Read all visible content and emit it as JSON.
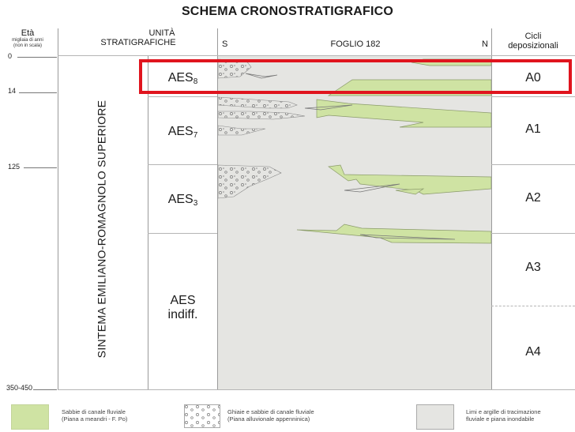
{
  "title": "SCHEMA CRONOSTRATIGRAFICO",
  "header": {
    "eta": "Età",
    "eta_sub1": "migliaia di anni",
    "eta_sub2": "(non in scala)",
    "unita": "UNITÀ",
    "stratigrafiche": "STRATIGRAFICHE",
    "section_south": "S",
    "section_title": "FOGLIO 182",
    "section_north": "N",
    "cicli": "Cicli",
    "deposizionali": "deposizionali"
  },
  "age_ticks": [
    "0",
    "14",
    "125",
    "350-450"
  ],
  "system_name": "SINTEMA EMILIANO-ROMAGNOLO SUPERIORE",
  "units": [
    {
      "base": "AES",
      "sub": "8"
    },
    {
      "base": "AES",
      "sub": "7"
    },
    {
      "base": "AES",
      "sub": "3"
    },
    {
      "base": "AES",
      "line2": "indiff."
    }
  ],
  "cycles": [
    "A0",
    "A1",
    "A2",
    "A3",
    "A4"
  ],
  "legend": [
    {
      "line1": "Sabbie di canale fluviale",
      "line2": "(Piana a meandri - F. Po)",
      "swatch": "green"
    },
    {
      "line1": "Ghiaie e sabbie di canale fluviale",
      "line2": "(Piana alluvionale appenninica)",
      "swatch": "gravel"
    },
    {
      "line1": "Limi e argille di tracimazione",
      "line2": "fluviale e piana inondabile",
      "swatch": "gray"
    }
  ],
  "colors": {
    "sand_green": "#cfe3a3",
    "floodplain_gray": "#e5e5e2",
    "highlight_red": "#e0141e",
    "grid_line": "#9a9a9a"
  }
}
